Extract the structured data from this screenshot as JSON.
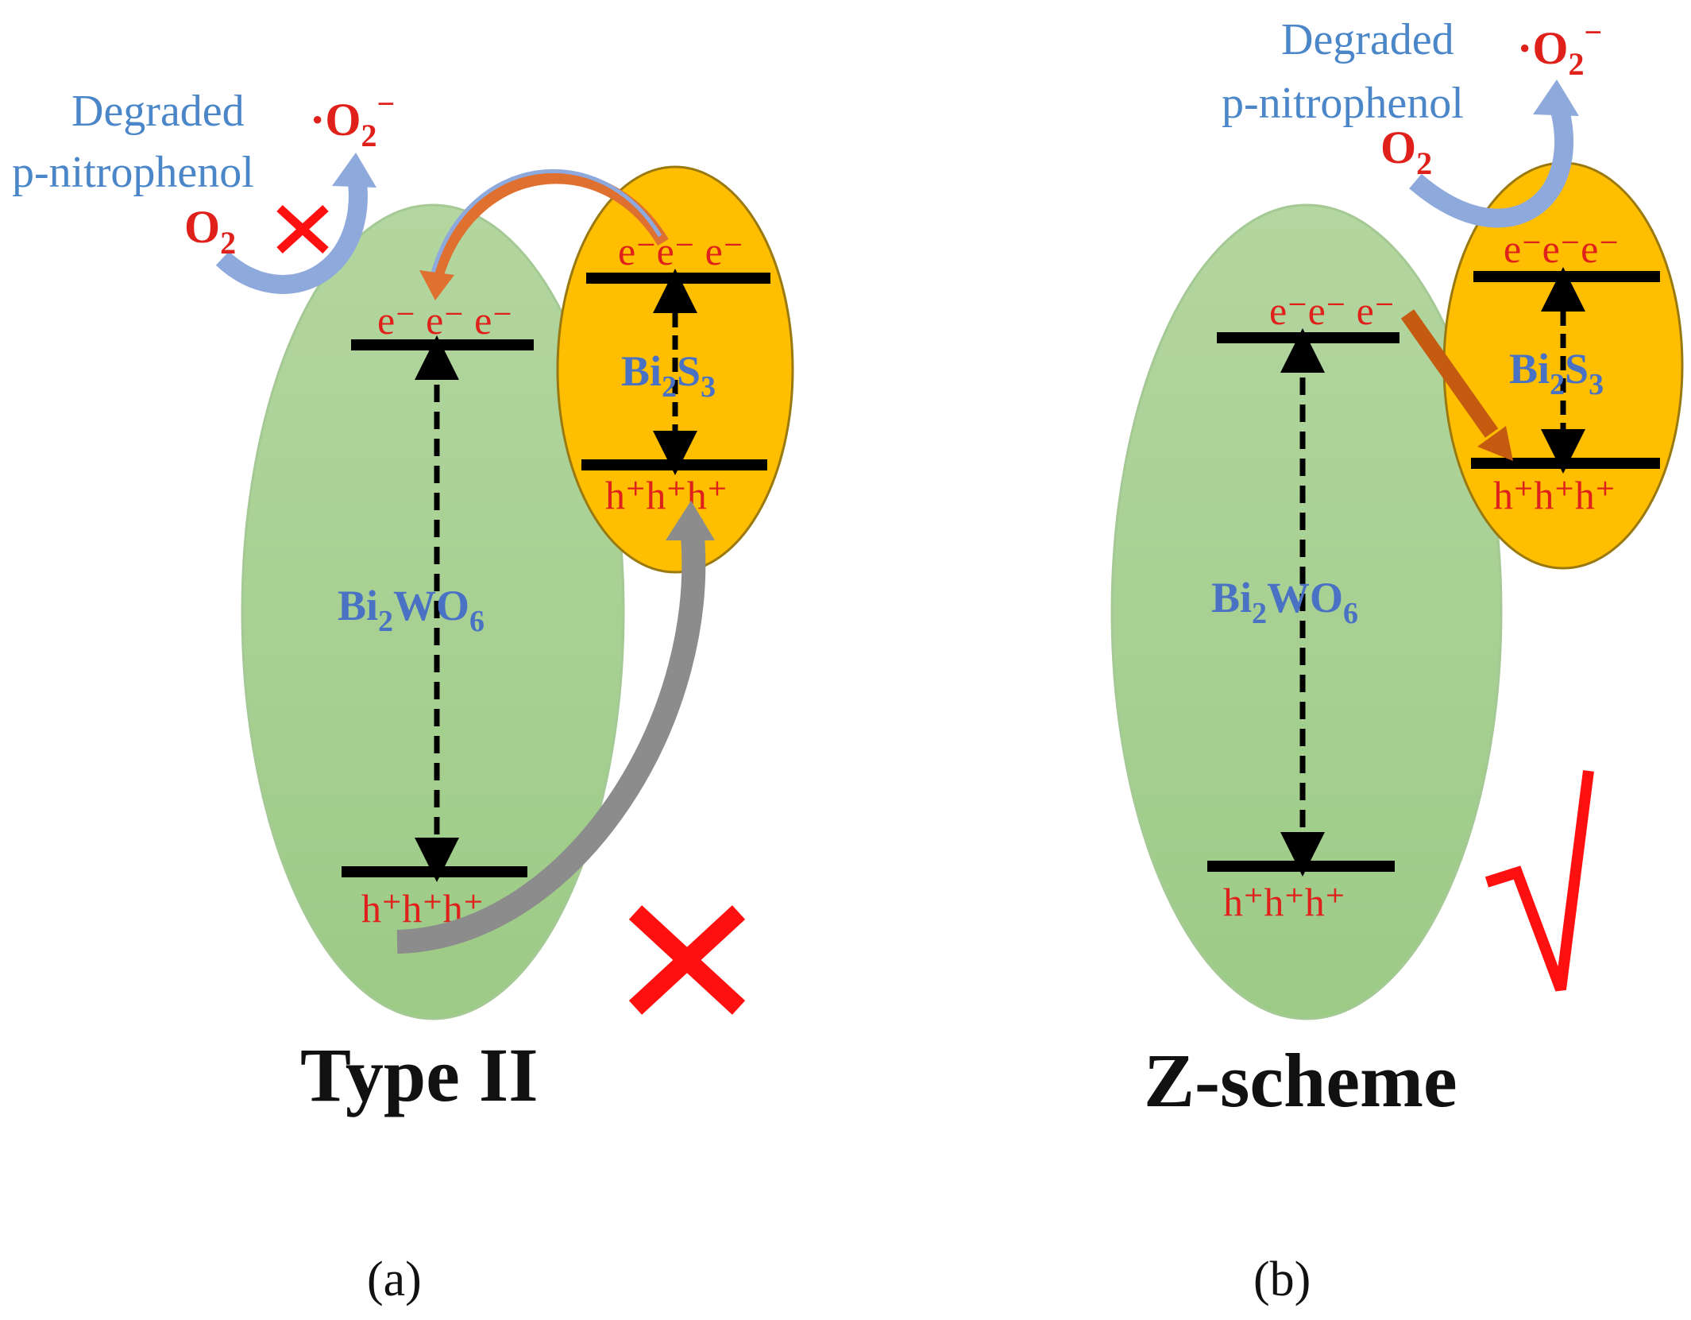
{
  "panels": [
    {
      "id": "a",
      "mechanism": "Type II",
      "panel_label": "(a)",
      "product_line1": "Degraded",
      "product_line2": "p-nitrophenol",
      "oxidant": "O",
      "oxidant_sub": "2",
      "radical": "·O",
      "radical_sub": "2",
      "radical_sup": "−",
      "host": {
        "name": "Bi",
        "sub1": "2",
        "mid": "WO",
        "sub2": "6",
        "cb_carriers": "e⁻ e⁻ e⁻",
        "vb_carriers": "h⁺h⁺h⁺"
      },
      "guest": {
        "name": "Bi",
        "sub1": "2",
        "mid": "S",
        "sub2": "3",
        "cb_carriers": "e⁻e⁻ e⁻",
        "vb_carriers": "h⁺h⁺h⁺"
      },
      "verdict_icon": "cross-icon"
    },
    {
      "id": "b",
      "mechanism": "Z-scheme",
      "panel_label": "(b)",
      "product_line1": "Degraded",
      "product_line2": "p-nitrophenol",
      "oxidant": "O",
      "oxidant_sub": "2",
      "radical": "·O",
      "radical_sub": "2",
      "radical_sup": "−",
      "host": {
        "name": "Bi",
        "sub1": "2",
        "mid": "WO",
        "sub2": "6",
        "cb_carriers": "e⁻e⁻ e⁻",
        "vb_carriers": "h⁺h⁺h⁺"
      },
      "guest": {
        "name": "Bi",
        "sub1": "2",
        "mid": "S",
        "sub2": "3",
        "cb_carriers": "e⁻e⁻e⁻",
        "vb_carriers": "h⁺h⁺h⁺"
      },
      "verdict_icon": "check-icon"
    }
  ],
  "colors": {
    "host_fill": "#a9cf94",
    "guest_fill": "#ffbf00",
    "label_blue": "#4a86c8",
    "carrier_red": "#e0201a",
    "arrow_blue": "#8ea9dc",
    "arrow_orange": "#e07030",
    "arrow_gray": "#8c8c8c",
    "arrow_brown": "#c55a11"
  }
}
